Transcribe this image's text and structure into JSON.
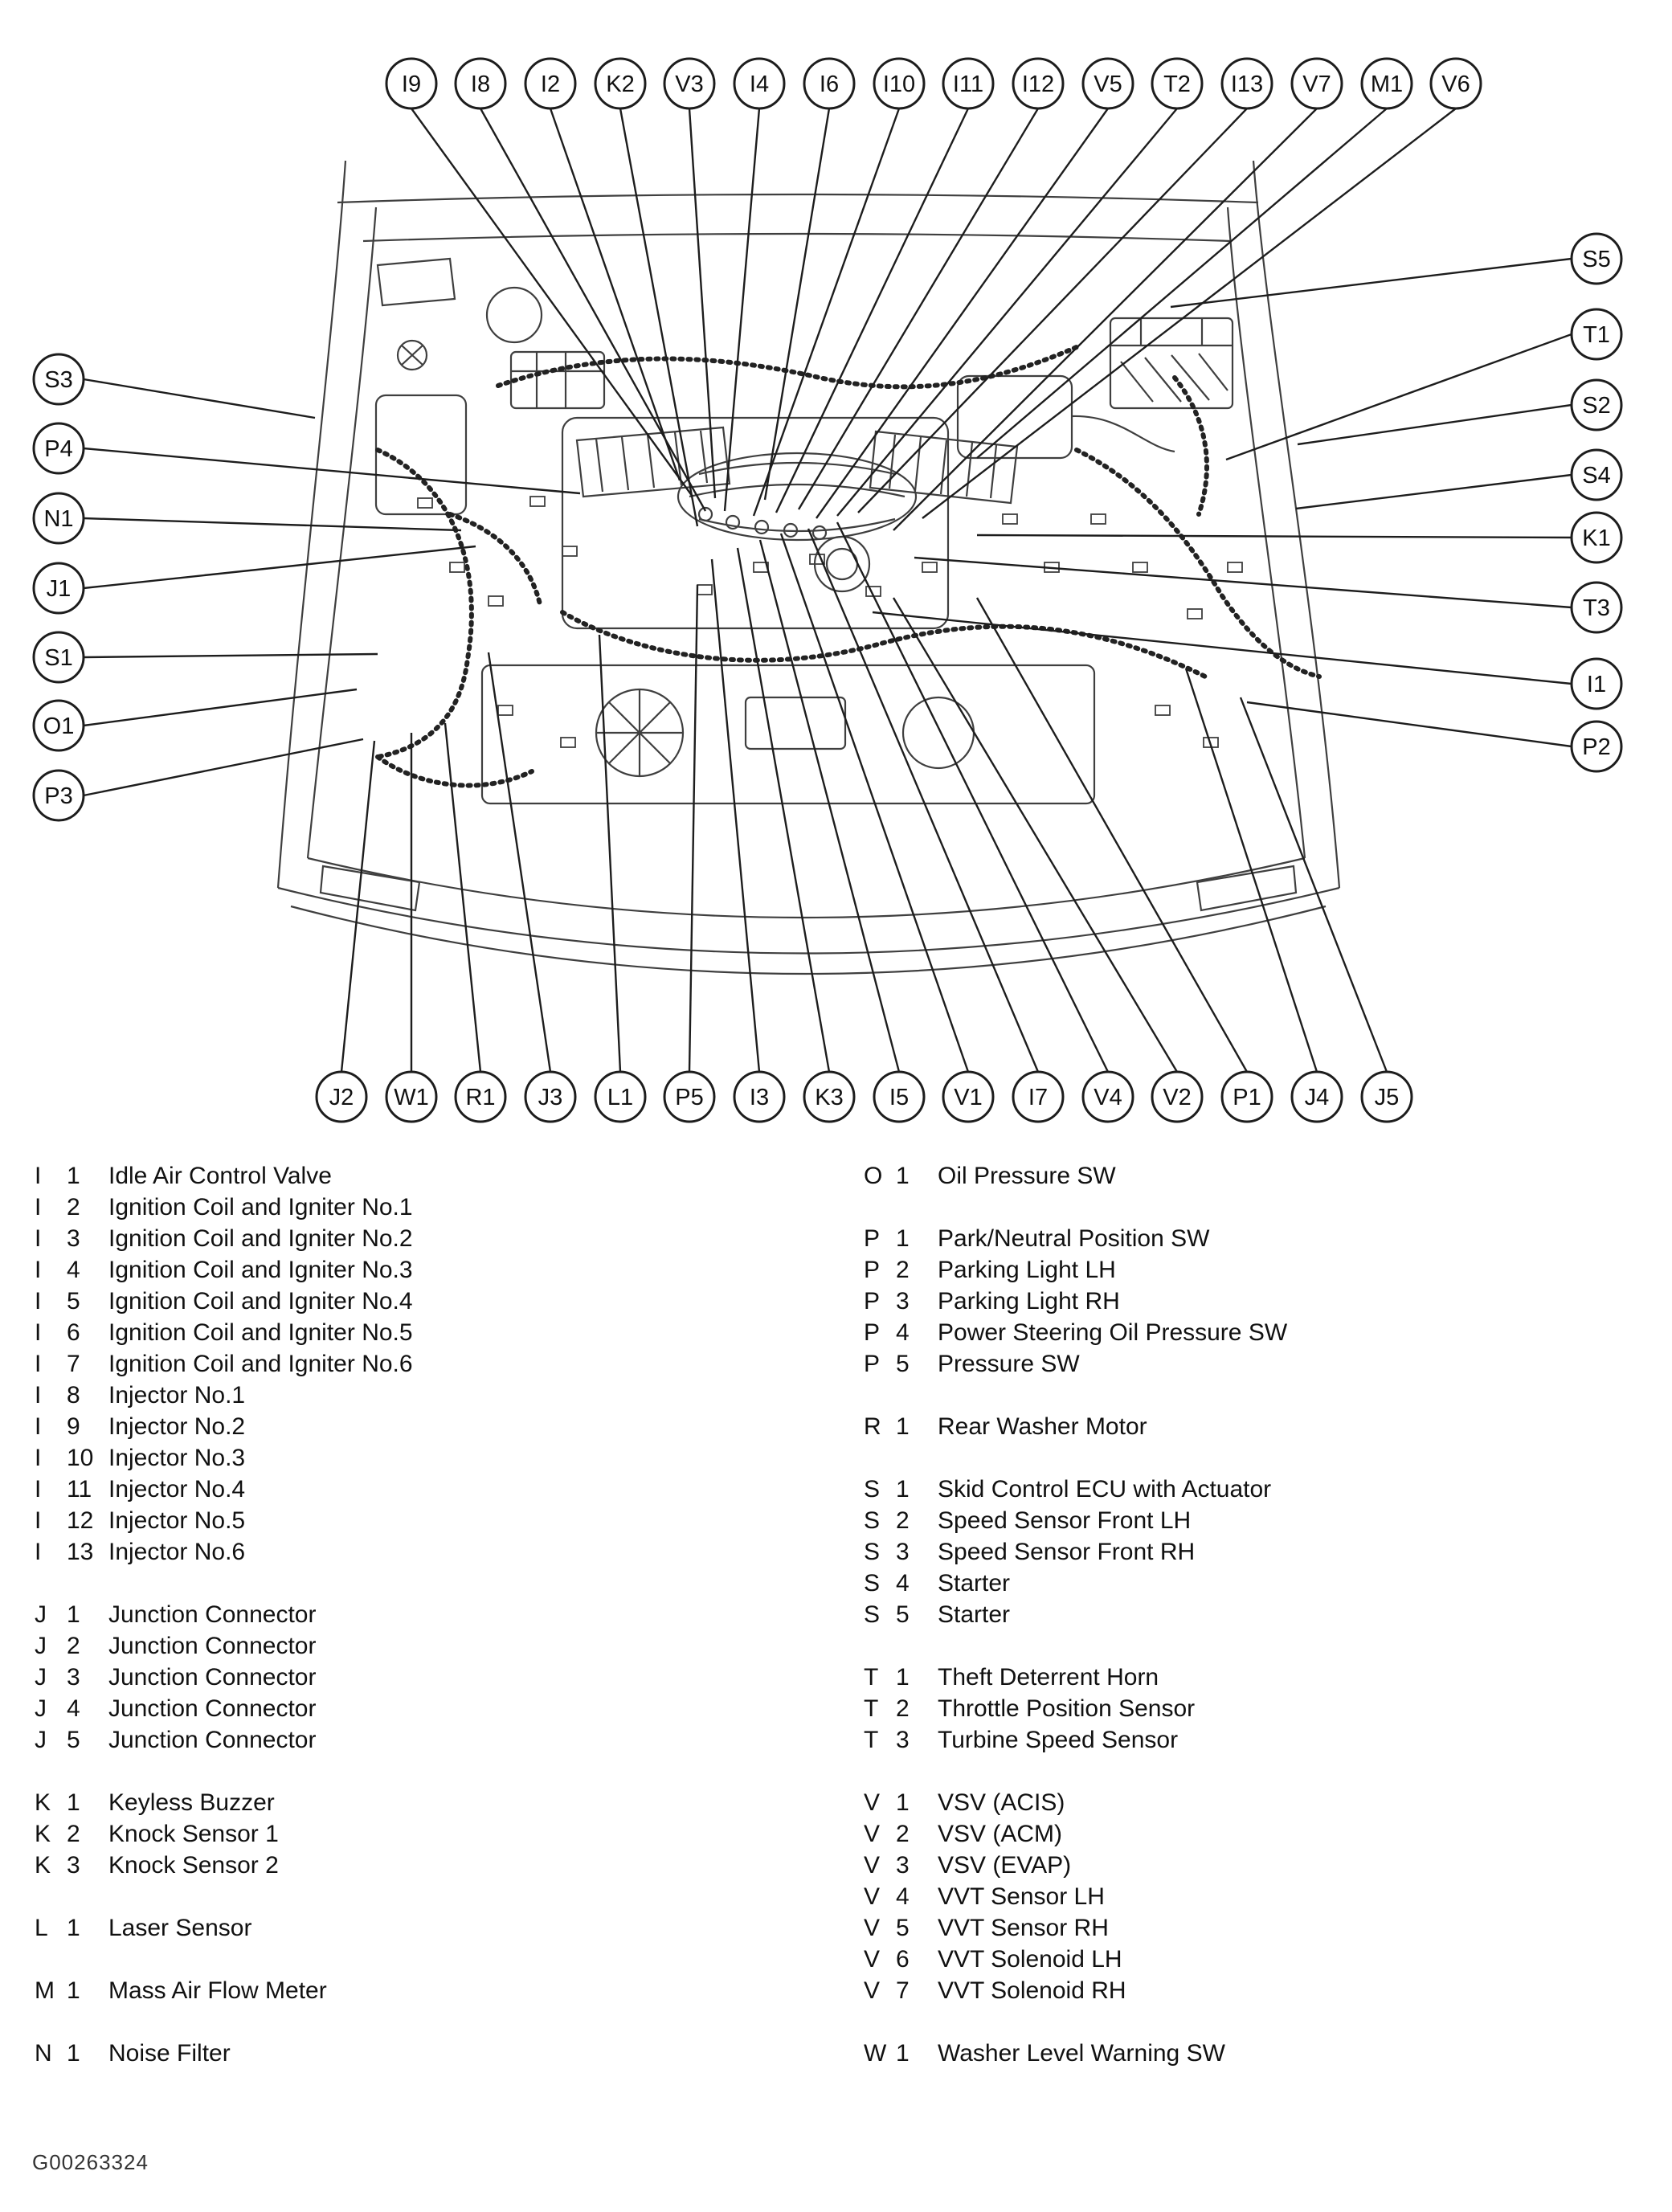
{
  "colors": {
    "background": "#ffffff",
    "line": "#3f3f3f",
    "text": "#111111",
    "callout_stroke": "#1d1d1d"
  },
  "figure_id": "G00263324",
  "callouts": [
    "I9",
    "I8",
    "I2",
    "K2",
    "V3",
    "I4",
    "I6",
    "I10",
    "I11",
    "I12",
    "V5",
    "T2",
    "I13",
    "V7",
    "M1",
    "V6",
    "S5",
    "T1",
    "S2",
    "S4",
    "K1",
    "T3",
    "I1",
    "P2",
    "S3",
    "P4",
    "N1",
    "J1",
    "S1",
    "O1",
    "P3",
    "J2",
    "W1",
    "R1",
    "J3",
    "L1",
    "P5",
    "I3",
    "K3",
    "I5",
    "V1",
    "I7",
    "V4",
    "V2",
    "P1",
    "J4",
    "J5"
  ],
  "legend": {
    "left": [
      {
        "code": "I",
        "num": "1",
        "name": "Idle Air Control Valve"
      },
      {
        "code": "I",
        "num": "2",
        "name": "Ignition Coil and Igniter No.1"
      },
      {
        "code": "I",
        "num": "3",
        "name": "Ignition Coil and Igniter No.2"
      },
      {
        "code": "I",
        "num": "4",
        "name": "Ignition Coil and Igniter No.3"
      },
      {
        "code": "I",
        "num": "5",
        "name": "Ignition Coil and Igniter No.4"
      },
      {
        "code": "I",
        "num": "6",
        "name": "Ignition Coil and Igniter No.5"
      },
      {
        "code": "I",
        "num": "7",
        "name": "Ignition Coil and Igniter No.6"
      },
      {
        "code": "I",
        "num": "8",
        "name": "Injector No.1"
      },
      {
        "code": "I",
        "num": "9",
        "name": "Injector No.2"
      },
      {
        "code": "I",
        "num": "10",
        "name": "Injector No.3"
      },
      {
        "code": "I",
        "num": "11",
        "name": "Injector No.4"
      },
      {
        "code": "I",
        "num": "12",
        "name": "Injector No.5"
      },
      {
        "code": "I",
        "num": "13",
        "name": "Injector No.6"
      },
      {
        "code": "",
        "num": "",
        "name": ""
      },
      {
        "code": "J",
        "num": "1",
        "name": "Junction Connector"
      },
      {
        "code": "J",
        "num": "2",
        "name": "Junction Connector"
      },
      {
        "code": "J",
        "num": "3",
        "name": "Junction Connector"
      },
      {
        "code": "J",
        "num": "4",
        "name": "Junction Connector"
      },
      {
        "code": "J",
        "num": "5",
        "name": "Junction Connector"
      },
      {
        "code": "",
        "num": "",
        "name": ""
      },
      {
        "code": "K",
        "num": "1",
        "name": "Keyless Buzzer"
      },
      {
        "code": "K",
        "num": "2",
        "name": "Knock Sensor 1"
      },
      {
        "code": "K",
        "num": "3",
        "name": "Knock Sensor 2"
      },
      {
        "code": "",
        "num": "",
        "name": ""
      },
      {
        "code": "L",
        "num": "1",
        "name": "Laser Sensor"
      },
      {
        "code": "",
        "num": "",
        "name": ""
      },
      {
        "code": "M",
        "num": "1",
        "name": "Mass Air Flow Meter"
      },
      {
        "code": "",
        "num": "",
        "name": ""
      },
      {
        "code": "N",
        "num": "1",
        "name": "Noise Filter"
      }
    ],
    "right": [
      {
        "code": "O",
        "num": "1",
        "name": "Oil Pressure SW"
      },
      {
        "code": "",
        "num": "",
        "name": ""
      },
      {
        "code": "P",
        "num": "1",
        "name": "Park/Neutral Position SW"
      },
      {
        "code": "P",
        "num": "2",
        "name": "Parking Light LH"
      },
      {
        "code": "P",
        "num": "3",
        "name": "Parking Light RH"
      },
      {
        "code": "P",
        "num": "4",
        "name": "Power Steering Oil Pressure SW"
      },
      {
        "code": "P",
        "num": "5",
        "name": "Pressure SW"
      },
      {
        "code": "",
        "num": "",
        "name": ""
      },
      {
        "code": "R",
        "num": "1",
        "name": "Rear Washer Motor"
      },
      {
        "code": "",
        "num": "",
        "name": ""
      },
      {
        "code": "S",
        "num": "1",
        "name": "Skid Control ECU with Actuator"
      },
      {
        "code": "S",
        "num": "2",
        "name": "Speed Sensor Front LH"
      },
      {
        "code": "S",
        "num": "3",
        "name": "Speed Sensor Front RH"
      },
      {
        "code": "S",
        "num": "4",
        "name": "Starter"
      },
      {
        "code": "S",
        "num": "5",
        "name": "Starter"
      },
      {
        "code": "",
        "num": "",
        "name": ""
      },
      {
        "code": "T",
        "num": "1",
        "name": "Theft Deterrent Horn"
      },
      {
        "code": "T",
        "num": "2",
        "name": "Throttle Position Sensor"
      },
      {
        "code": "T",
        "num": "3",
        "name": "Turbine Speed Sensor"
      },
      {
        "code": "",
        "num": "",
        "name": ""
      },
      {
        "code": "V",
        "num": "1",
        "name": "VSV (ACIS)"
      },
      {
        "code": "V",
        "num": "2",
        "name": "VSV (ACM)"
      },
      {
        "code": "V",
        "num": "3",
        "name": "VSV (EVAP)"
      },
      {
        "code": "V",
        "num": "4",
        "name": "VVT Sensor LH"
      },
      {
        "code": "V",
        "num": "5",
        "name": "VVT Sensor RH"
      },
      {
        "code": "V",
        "num": "6",
        "name": "VVT Solenoid LH"
      },
      {
        "code": "V",
        "num": "7",
        "name": "VVT Solenoid RH"
      },
      {
        "code": "",
        "num": "",
        "name": ""
      },
      {
        "code": "W",
        "num": "1",
        "name": "Washer Level Warning SW"
      }
    ]
  }
}
